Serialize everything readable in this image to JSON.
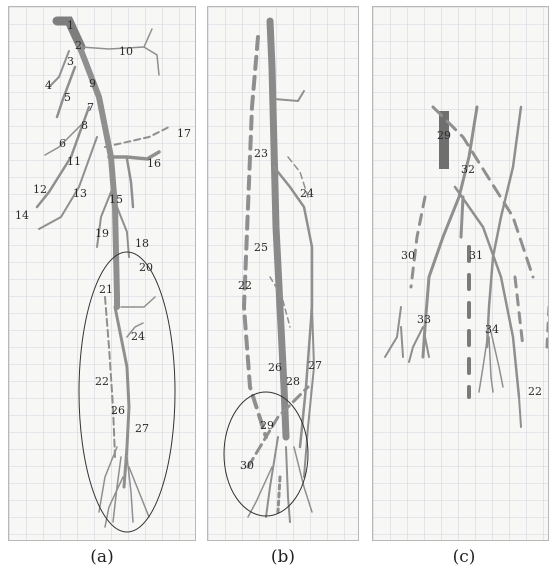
{
  "figure": {
    "panels": [
      {
        "caption": "(a)",
        "labels": [
          "1",
          "2",
          "3",
          "4",
          "5",
          "6",
          "7",
          "8",
          "9",
          "10",
          "11",
          "12",
          "13",
          "14",
          "15",
          "16",
          "17",
          "18",
          "19",
          "20",
          "21",
          "22",
          "24",
          "26",
          "27"
        ]
      },
      {
        "caption": "(b)",
        "labels": [
          "22",
          "23",
          "24",
          "25",
          "26",
          "27",
          "28",
          "29",
          "30"
        ]
      },
      {
        "caption": "(c)",
        "labels": [
          "22",
          "29",
          "30",
          "31",
          "32",
          "33",
          "34"
        ]
      }
    ],
    "colors": {
      "grid": "#c9c9d6",
      "vessel": "#8f8f8f",
      "vessel_dark": "#6f6f6f",
      "ellipse": "#333333"
    }
  }
}
